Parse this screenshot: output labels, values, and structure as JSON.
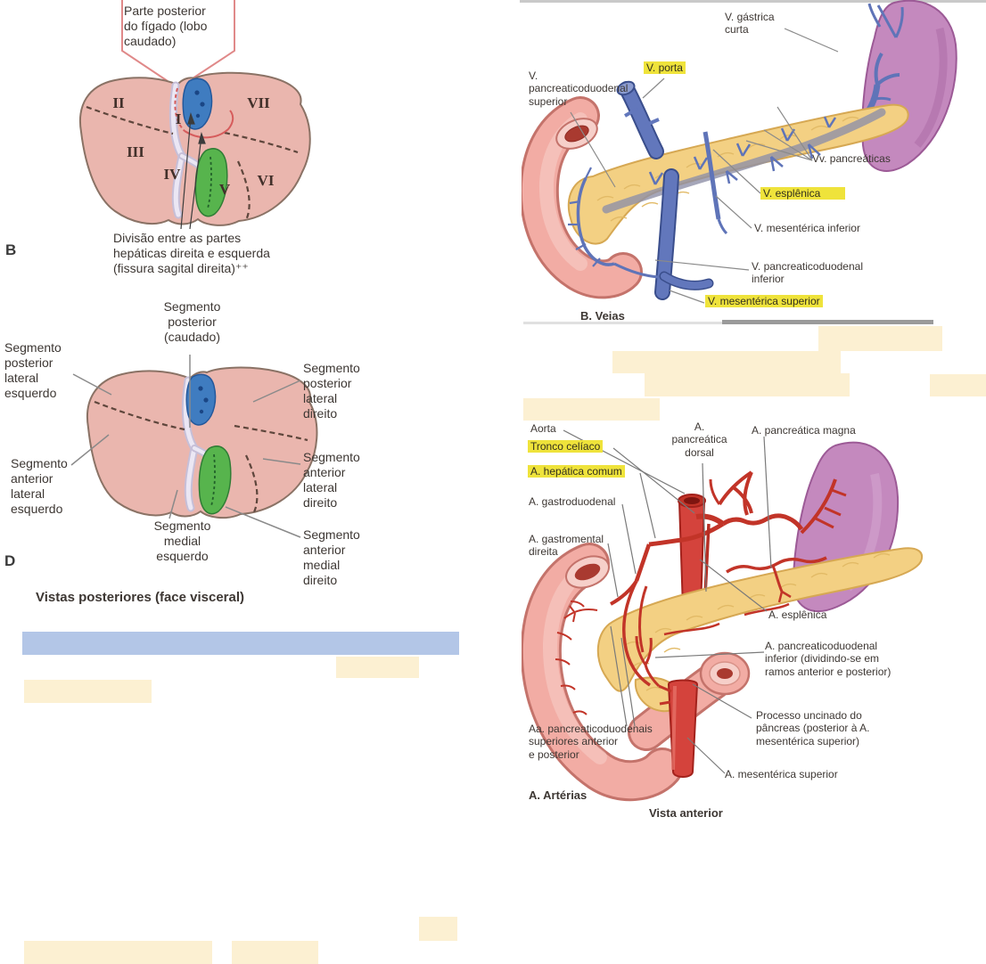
{
  "panel_b_liver": {
    "panel_letter": "B",
    "callout_top": "Parte posterior\ndo fígado (lobo\ncaudado)",
    "callout_bottom": "Divisão entre as partes\nhepáticas direita e esquerda\n(fissura sagital direita)⁺⁺",
    "numerals": {
      "I": "I",
      "II": "II",
      "III": "III",
      "IV": "IV",
      "V": "V",
      "VI": "VI",
      "VII": "VII"
    }
  },
  "panel_d_liver": {
    "panel_letter": "D",
    "caption": "Vistas posteriores (face visceral)",
    "labels": {
      "posterior_caudado": "Segmento\nposterior\n(caudado)",
      "posterior_lateral_esquerdo": "Segmento\nposterior\nlateral\nesquerdo",
      "anterior_lateral_esquerdo": "Segmento\nanterior\nlateral\nesquerdo",
      "medial_esquerdo": "Segmento\nmedial\nesquerdo",
      "posterior_lateral_direito": "Segmento\nposterior\nlateral\ndireito",
      "anterior_lateral_direito": "Segmento\nanterior\nlateral\ndireito",
      "anterior_medial_direito": "Segmento\nanterior\nmedial\ndireito"
    }
  },
  "panel_veins": {
    "caption": "B. Veias",
    "labels": {
      "gastrica_curta": "V. gástrica\ncurta",
      "porta": "V. porta",
      "pancreaticoduodenal_superior": "V.\npancreaticoduodenal\nsuperior",
      "pancreaticas": "Vv. pancreáticas",
      "esplenica": "V. esplênica",
      "mesenterica_inferior": "V. mesentérica inferior",
      "pancreaticoduodenal_inferior": "V. pancreaticoduodenal\ninferior",
      "mesenterica_superior": "V. mesentérica superior"
    },
    "highlighted_labels": [
      "V. porta",
      "V. esplênica",
      "V. mesentérica superior"
    ]
  },
  "panel_arteries": {
    "caption": "A. Artérias",
    "view_caption": "Vista anterior",
    "labels": {
      "aorta": "Aorta",
      "tronco_celiaco": "Tronco celíaco",
      "hepatica_comum": "A. hepática comum",
      "gastroduodenal": "A. gastroduodenal",
      "gastromental_direita": "A. gastromental\ndireita",
      "pancreatica_dorsal": "A.\npancreática\ndorsal",
      "pancreatica_magna": "A. pancreática magna",
      "esplenica": "A. esplênica",
      "pancreaticoduodenal_inferior": "A. pancreaticoduodenal\ninferior (dividindo-se em\nramos anterior e posterior)",
      "processo_uncinado": "Processo uncinado do\npâncreas (posterior à A.\nmesentérica superior)",
      "pancreaticoduodenais_superiores": "Aa. pancreaticoduodenais\nsuperiores anterior\ne posterior",
      "mesenterica_superior": "A. mesentérica superior"
    },
    "highlighted_labels": [
      "Tronco celíaco",
      "A. hepática comum"
    ]
  },
  "annotations": {
    "highlight_yellow": "#EFE33B",
    "highlight_cream": "#FCF0D2",
    "highlight_blue": "#B3C6E7"
  }
}
